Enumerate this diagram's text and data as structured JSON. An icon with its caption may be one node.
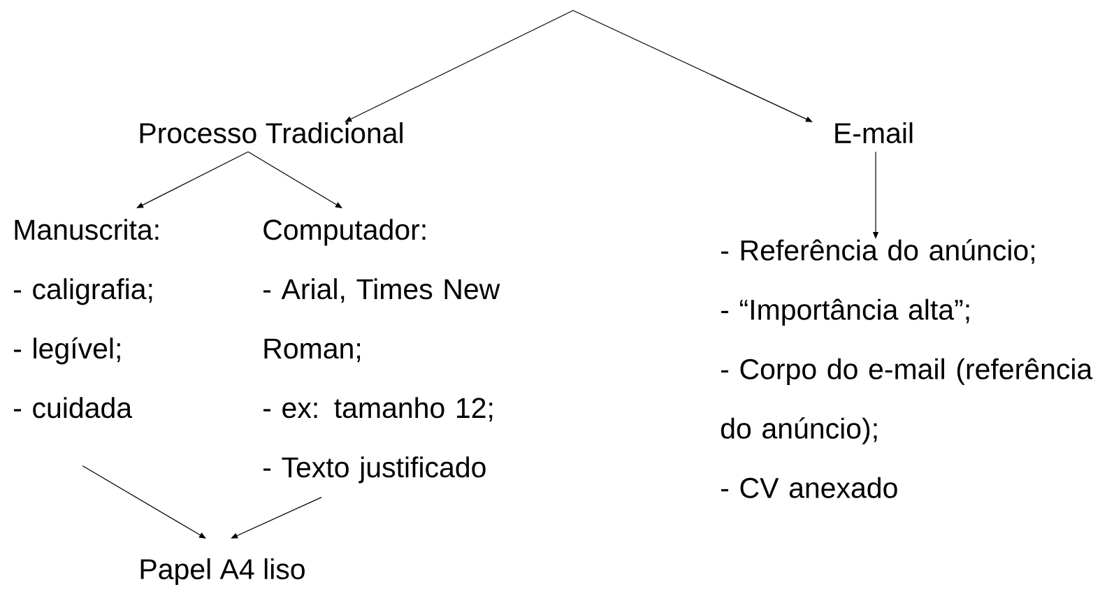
{
  "diagram": {
    "nodes": [
      {
        "text": [
          "Processo Tradicional"
        ]
      },
      {
        "text": [
          "E-mail"
        ]
      },
      {
        "text": [
          "Manuscrita:",
          "- caligrafia;",
          "- legível;",
          "- cuidada"
        ]
      },
      {
        "text": [
          "Computador:",
          "- Arial, Times New Roman;",
          "- ex: tamanho 12;",
          "- Texto justificado"
        ]
      },
      {
        "text": [
          "- Referência do anúncio;",
          "- “Importância alta”;",
          "- Corpo do e-mail (referência do anúncio);",
          "- CV anexado"
        ]
      },
      {
        "text": [
          "Papel A4 liso"
        ]
      }
    ],
    "edges": [
      {
        "from": null,
        "to": 0,
        "arrow": "to"
      },
      {
        "from": null,
        "to": 1,
        "arrow": "to"
      },
      {
        "from": 0,
        "to": 2,
        "arrow": "to"
      },
      {
        "from": 0,
        "to": 3,
        "arrow": "to"
      },
      {
        "from": 1,
        "to": 4,
        "arrow": "to"
      },
      {
        "from": 2,
        "to": 5,
        "arrow": "to"
      },
      {
        "from": 3,
        "to": 5,
        "arrow": "to"
      }
    ]
  }
}
